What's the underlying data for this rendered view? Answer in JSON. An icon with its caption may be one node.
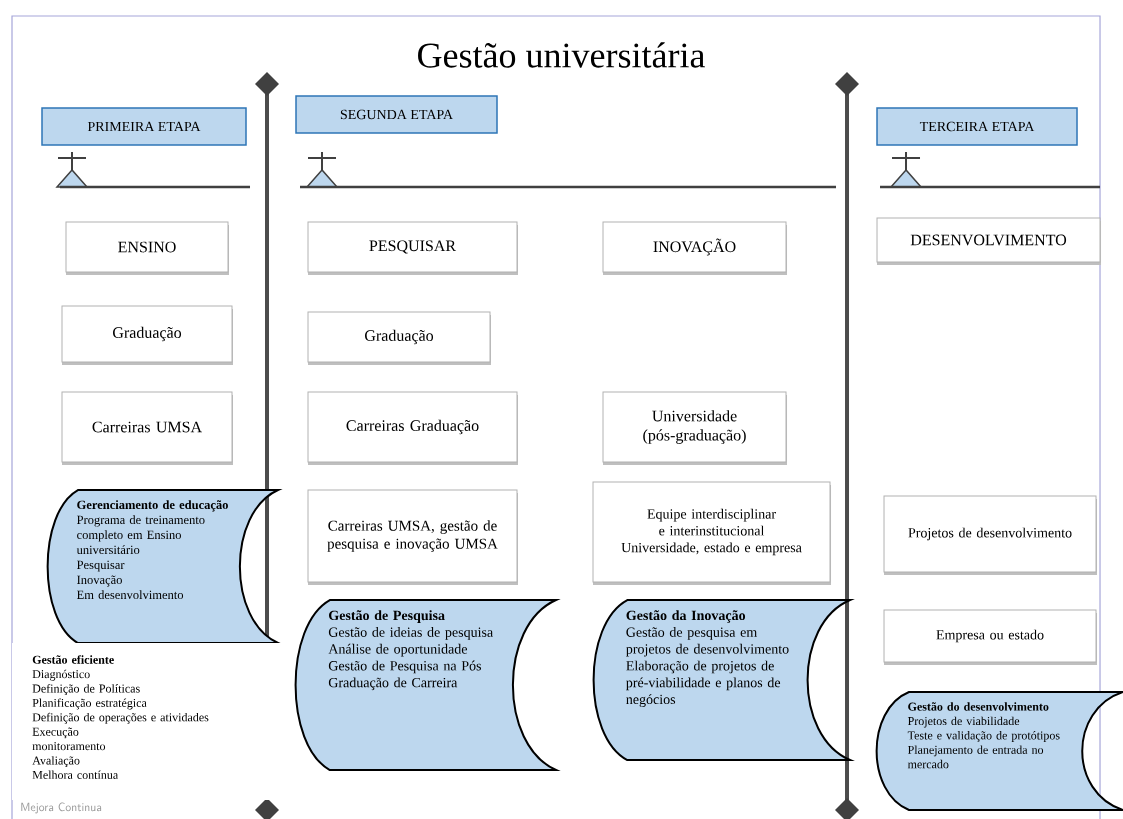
{
  "diagram": {
    "title": "Gestão universitária",
    "nodes": [
      {
        "text": [
          "PRIMEIRA ETAPA"
        ]
      },
      {
        "text": [
          "SEGUNDA ETAPA"
        ]
      },
      {
        "text": [
          "TERCEIRA ETAPA"
        ]
      },
      {
        "text": [
          "ENSINO"
        ]
      },
      {
        "text": [
          "PESQUISAR"
        ]
      },
      {
        "text": [
          "INOVAÇÃO"
        ]
      },
      {
        "text": [
          "DESENVOLVIMENTO"
        ]
      },
      {
        "text": [
          "Graduação"
        ]
      },
      {
        "text": [
          "Graduação"
        ]
      },
      {
        "text": [
          "Carreiras UMSA"
        ]
      },
      {
        "text": [
          "Carreiras Graduação"
        ]
      },
      {
        "text": [
          "Universidade (pós-graduação)"
        ]
      },
      {
        "text": [
          "Gerenciamento de educação",
          "Programa de treinamento completo em Ensino universitário",
          "Pesquisar",
          "Inovação",
          "Em desenvolvimento"
        ]
      },
      {
        "text": [
          "Carreiras UMSA, gestão de pesquisa e inovação UMSA"
        ]
      },
      {
        "text": [
          "Equipe interdisciplinar e interinstitucional Universidade, estado e empresa"
        ]
      },
      {
        "text": [
          "Projetos de desenvolvimento"
        ]
      },
      {
        "text": [
          "Gestão de Pesquisa",
          "Gestão de ideias de pesquisa",
          "Análise de oportunidade",
          "Gestão de Pesquisa na Pós Graduação de Carreira"
        ]
      },
      {
        "text": [
          "Gestão da Inovação",
          "Gestão de pesquisa em projetos de desenvolvimento",
          "Elaboração de projetos de pré-viabilidade e planos de negócios"
        ]
      },
      {
        "text": [
          "Empresa ou estado"
        ]
      },
      {
        "text": [
          "Gestão eficiente",
          "Diagnóstico",
          "Definição de Políticas",
          "Planificação estratégica",
          "Definição de operações e atividades",
          "Execução",
          "monitoramento",
          "Avaliação",
          "Melhora contínua"
        ]
      },
      {
        "text": [
          "Gestão do desenvolvimento",
          "Projetos de viabilidade",
          "Teste e validação de protótipos",
          "Planejamento de entrada no mercado"
        ]
      }
    ],
    "labels": [
      "Mejora Continua"
    ]
  }
}
